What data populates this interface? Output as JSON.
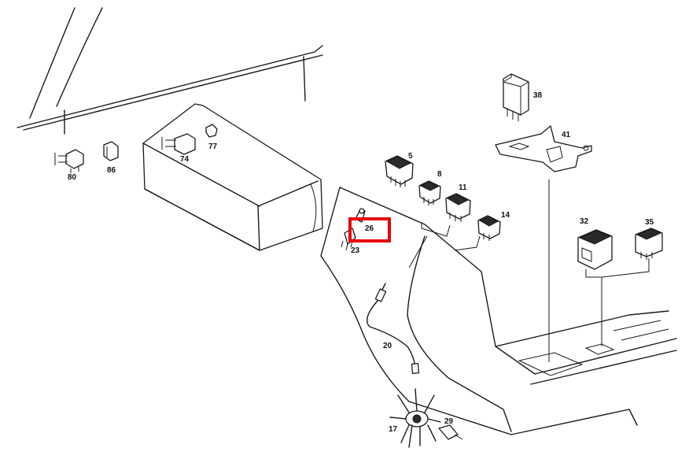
{
  "part_labels": {
    "p5": "5",
    "p8": "8",
    "p11": "11",
    "p14": "14",
    "p17": "17",
    "p20": "20",
    "p23": "23",
    "p26": "26",
    "p29": "29",
    "p32": "32",
    "p35": "35",
    "p38": "38",
    "p41": "41",
    "p74": "74",
    "p77": "77",
    "p80": "80",
    "p86": "86"
  },
  "highlight": {
    "part": "26",
    "color": "#e60000"
  }
}
